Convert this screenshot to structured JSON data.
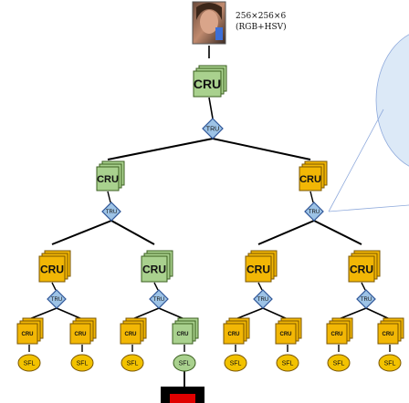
{
  "input": {
    "size_label": "256×256×6",
    "space_label": "(RGB+HSV)"
  },
  "labels": {
    "cru": "CRU",
    "tru": "TRU",
    "sfl": "SFL"
  },
  "colors": {
    "green_fill": "#a9d18e",
    "green_stroke": "#3a5e1f",
    "yellow_fill": "#f2b705",
    "yellow_stroke": "#7a5600",
    "diamond_fill": "#9dc3e6",
    "diamond_stroke": "#2e5597",
    "sfl_green": "#a9d18e",
    "sfl_yellow": "#f2c200",
    "output_black": "#000000",
    "output_red": "#e00000",
    "bubble_fill": "#dce9f7",
    "bubble_stroke": "#8faadc"
  },
  "tree": {
    "root": {
      "type": "cru",
      "color": "green"
    },
    "level1": [
      {
        "color": "green"
      },
      {
        "color": "yellow"
      }
    ],
    "level2": [
      {
        "color": "yellow"
      },
      {
        "color": "green"
      },
      {
        "color": "yellow"
      },
      {
        "color": "yellow"
      }
    ],
    "leaves": [
      "yellow",
      "yellow",
      "yellow",
      "green",
      "yellow",
      "yellow",
      "yellow",
      "yellow"
    ],
    "highlight_leaf": 3
  }
}
